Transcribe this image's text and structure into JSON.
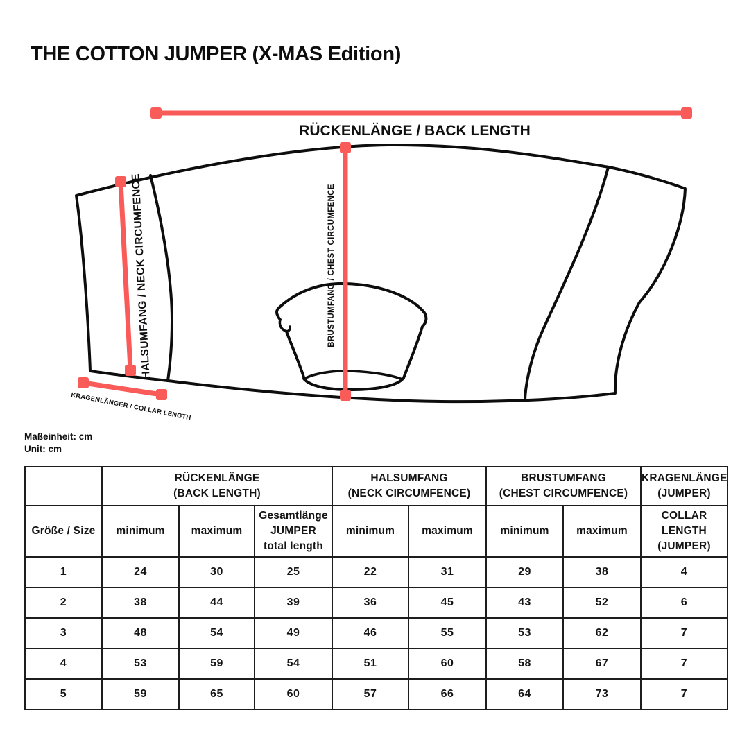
{
  "page": {
    "title": "THE COTTON JUMPER (X-MAS Edition)"
  },
  "units_note": {
    "line1": "Maßeinheit: cm",
    "line2": "Unit: cm"
  },
  "diagram": {
    "accent_color": "#F95B58",
    "outline_color": "#0d0d0d",
    "back_length_label": "RÜCKENLÄNGE / BACK LENGTH",
    "neck_label": "HALSUMFANG / NECK CIRCUMFENCE",
    "chest_label": "BRUSTUMFANG / CHEST CIRCUMFENCE",
    "collar_label": "KRAGENLÄNGER / COLLAR LENGTH"
  },
  "table": {
    "size_header": "Größe / Size",
    "groups": [
      {
        "de": "RÜCKENLÄNGE",
        "en": "(BACK LENGTH)"
      },
      {
        "de": "HALSUMFANG",
        "en": "(NECK CIRCUMFENCE)"
      },
      {
        "de": "BRUSTUMFANG",
        "en": "(CHEST CIRCUMFENCE)"
      },
      {
        "de": "KRAGENLÄNGE",
        "en": "(JUMPER)"
      }
    ],
    "subheaders": {
      "min": "minimum",
      "max": "maximum",
      "total": [
        "Gesamtlänge",
        "JUMPER",
        "total length"
      ],
      "collar": [
        "COLLAR",
        "LENGTH",
        "(JUMPER)"
      ]
    },
    "rows": [
      {
        "size": "1",
        "back_min": "24",
        "back_max": "30",
        "total": "25",
        "neck_min": "22",
        "neck_max": "31",
        "chest_min": "29",
        "chest_max": "38",
        "collar": "4"
      },
      {
        "size": "2",
        "back_min": "38",
        "back_max": "44",
        "total": "39",
        "neck_min": "36",
        "neck_max": "45",
        "chest_min": "43",
        "chest_max": "52",
        "collar": "6"
      },
      {
        "size": "3",
        "back_min": "48",
        "back_max": "54",
        "total": "49",
        "neck_min": "46",
        "neck_max": "55",
        "chest_min": "53",
        "chest_max": "62",
        "collar": "7"
      },
      {
        "size": "4",
        "back_min": "53",
        "back_max": "59",
        "total": "54",
        "neck_min": "51",
        "neck_max": "60",
        "chest_min": "58",
        "chest_max": "67",
        "collar": "7"
      },
      {
        "size": "5",
        "back_min": "59",
        "back_max": "65",
        "total": "60",
        "neck_min": "57",
        "neck_max": "66",
        "chest_min": "64",
        "chest_max": "73",
        "collar": "7"
      }
    ]
  }
}
